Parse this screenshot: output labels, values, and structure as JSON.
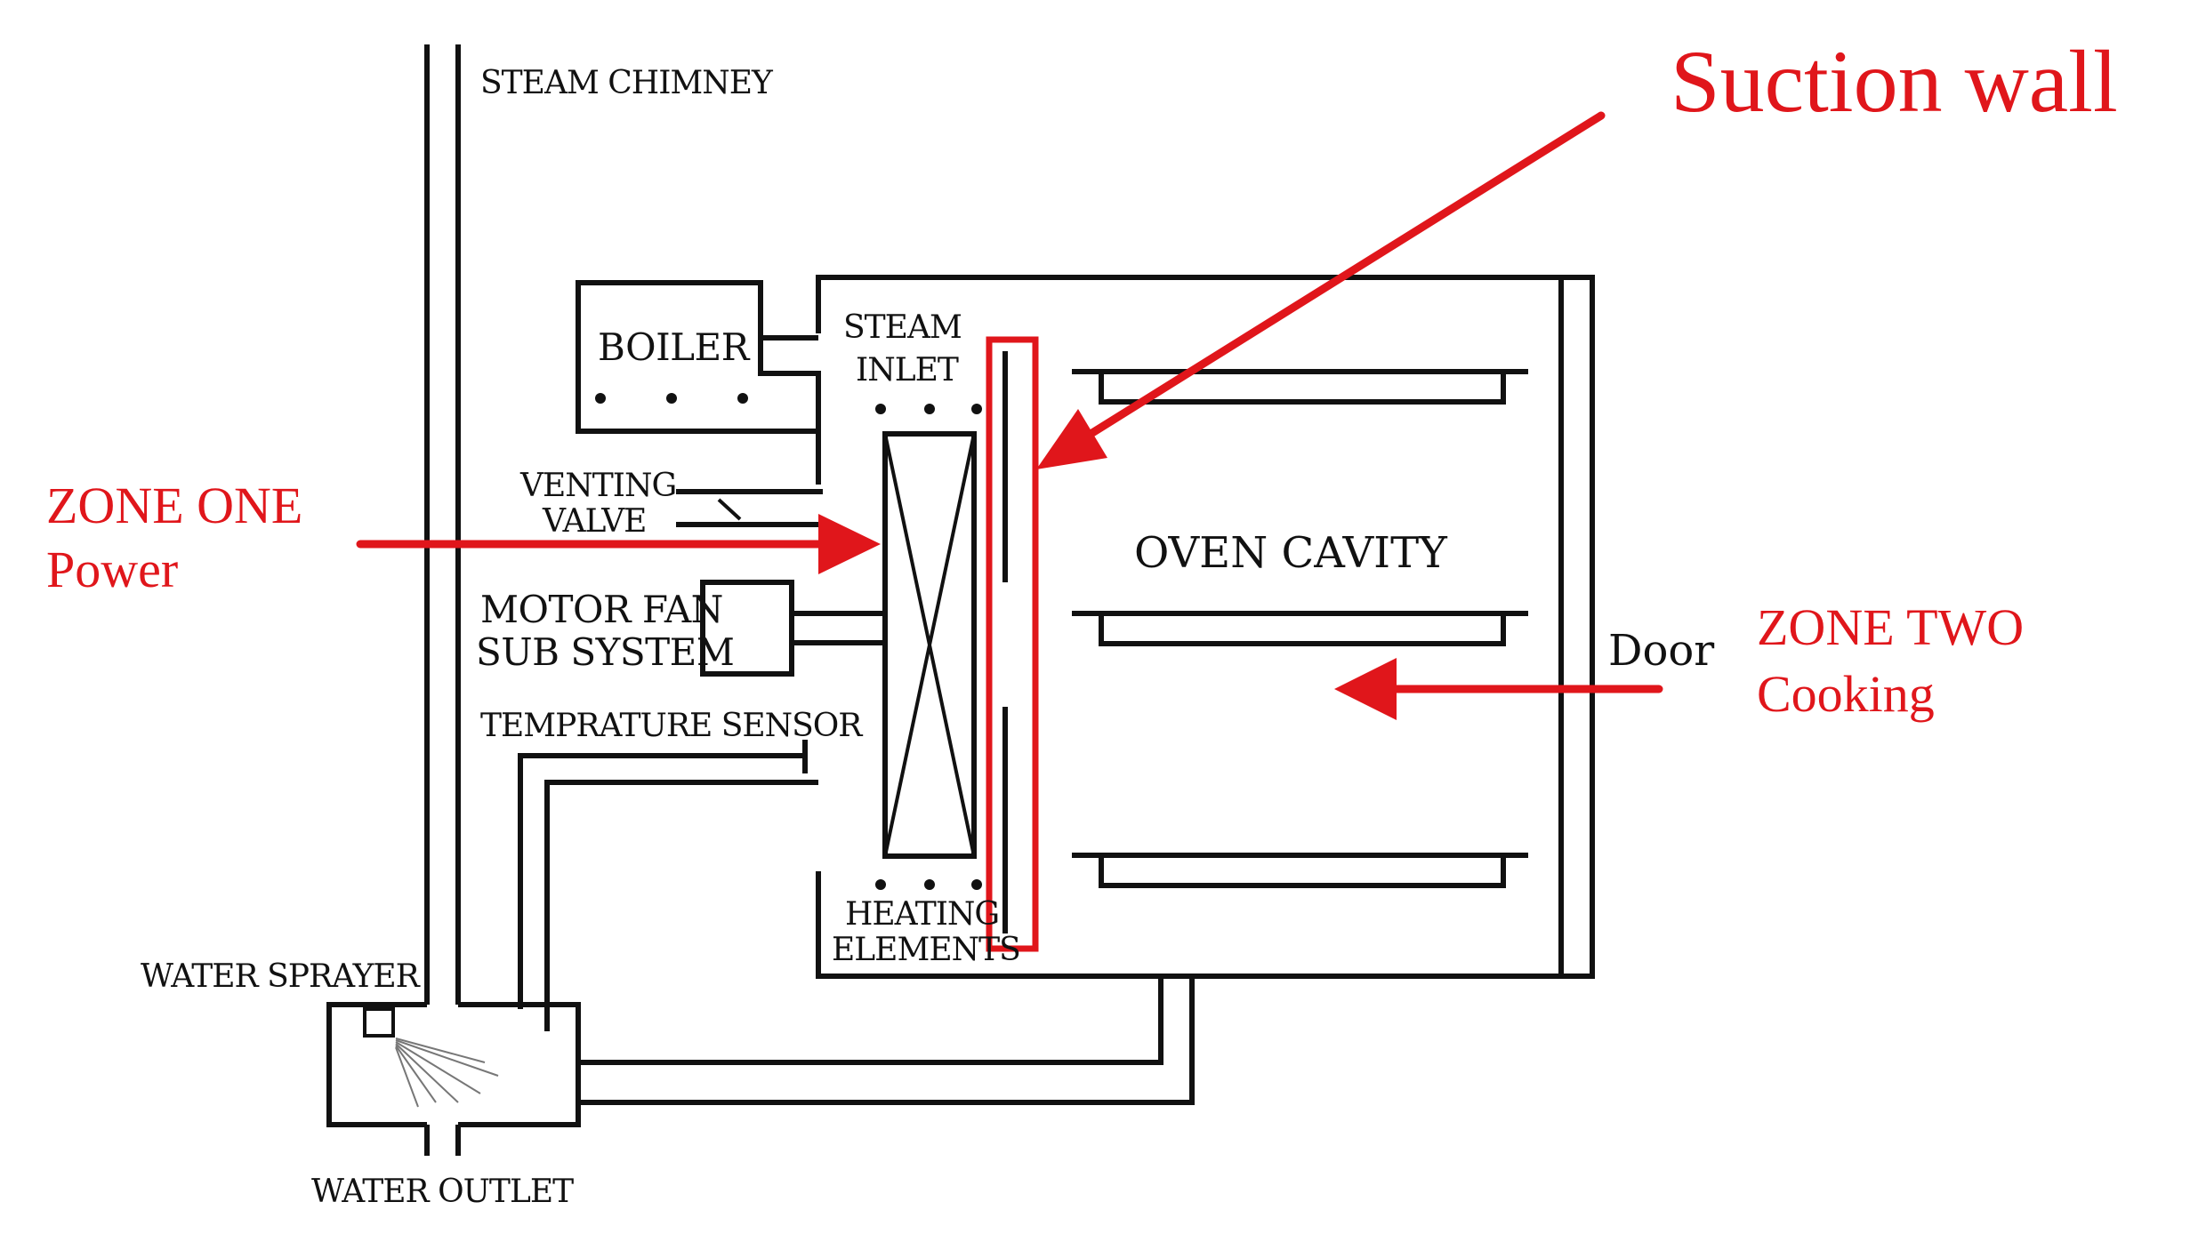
{
  "labels": {
    "steam_chimney": "STEAM CHIMNEY",
    "suction_wall": "Suction wall",
    "boiler": "BOILER",
    "steam_inlet_1": "STEAM",
    "steam_inlet_2": "INLET",
    "venting_valve_1": "VENTING",
    "venting_valve_2": "VALVE",
    "zone_one": "ZONE ONE",
    "zone_one_sub": "Power",
    "oven_cavity": "OVEN CAVITY",
    "motor_fan_1": "MOTOR FAN",
    "motor_fan_2": "SUB SYSTEM",
    "door": "Door",
    "zone_two": "ZONE TWO",
    "zone_two_sub": "Cooking",
    "temperature_sensor": "TEMPRATURE SENSOR",
    "heating_elements_1": "HEATING",
    "heating_elements_2": "ELEMENTS",
    "water_sprayer": "WATER SPRAYER",
    "water_outlet": "WATER OUTLET"
  },
  "colors": {
    "line": "#111111",
    "annotation": "#e0161b",
    "background": "#ffffff"
  }
}
